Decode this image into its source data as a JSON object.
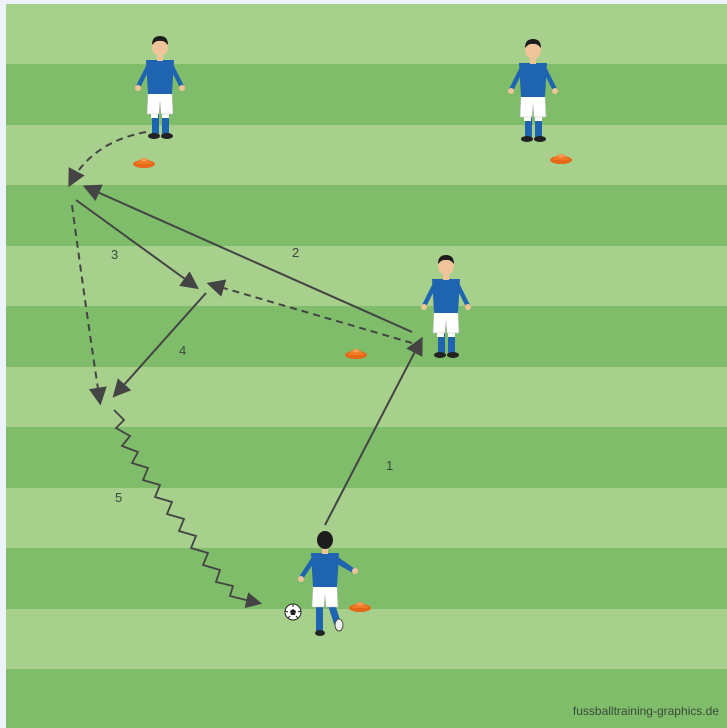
{
  "diagram": {
    "steps": [
      {
        "id": "1",
        "label": "1",
        "kind": "pass"
      },
      {
        "id": "2",
        "label": "2",
        "kind": "pass"
      },
      {
        "id": "3",
        "label": "3",
        "kind": "pass"
      },
      {
        "id": "4",
        "label": "4",
        "kind": "pass"
      },
      {
        "id": "5",
        "label": "5",
        "kind": "dribble"
      }
    ],
    "players": [
      {
        "id": "top-left"
      },
      {
        "id": "top-right"
      },
      {
        "id": "middle-right"
      },
      {
        "id": "bottom-center"
      }
    ],
    "colors": {
      "stripe_light": "#a7d08c",
      "stripe_dark": "#80bd6a",
      "jersey": "#1f64b0",
      "shorts": "#ffffff",
      "socks": "#1f64b0",
      "cone": "#f07a25",
      "arrow": "#444444"
    }
  },
  "credit": "fussballtraining-graphics.de"
}
